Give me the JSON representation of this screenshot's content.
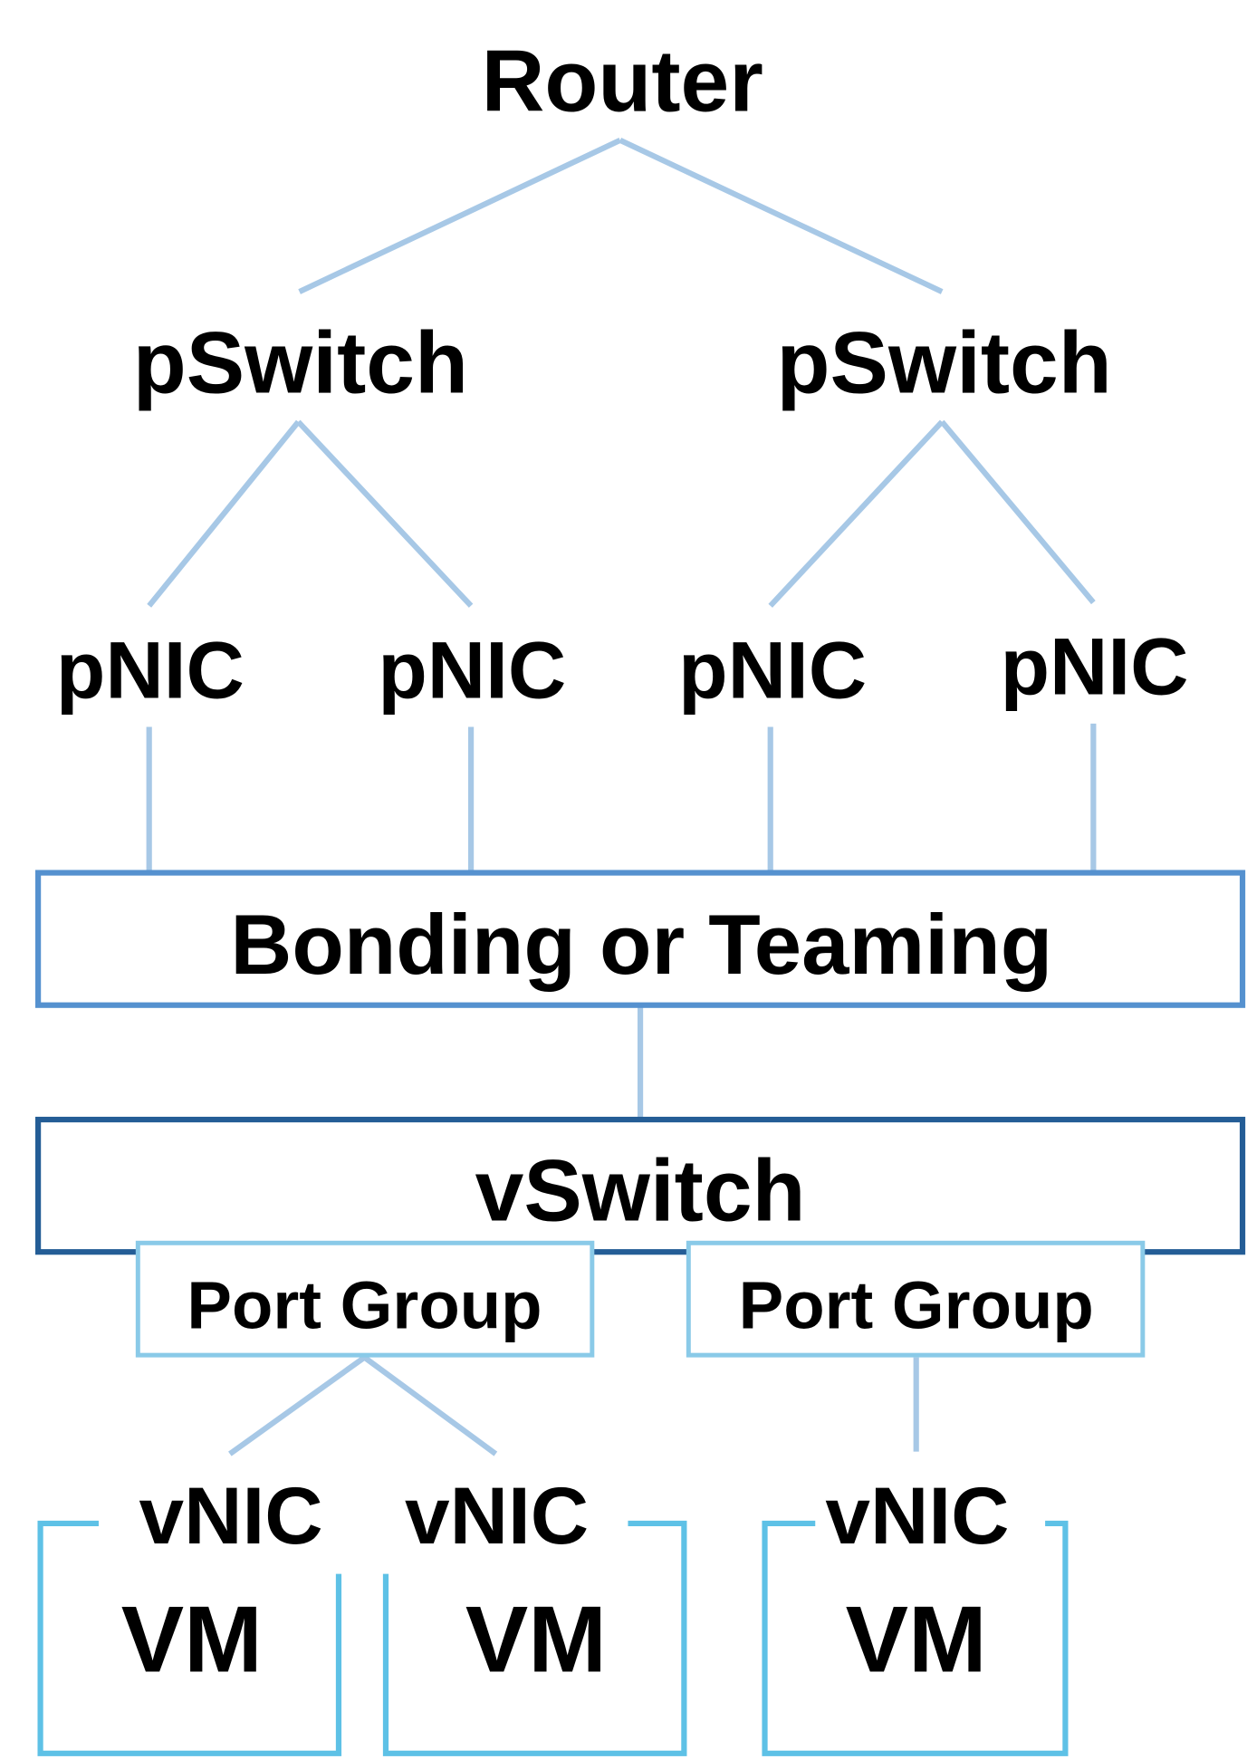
{
  "colors": {
    "link": "#a7c8e6",
    "bonding_border": "#5591cf",
    "vswitch_border": "#245d96",
    "portgroup_border": "#8acae8",
    "vm_border": "#5ec1e6",
    "text": "#000000",
    "background": "#ffffff"
  },
  "nodes": {
    "router": "Router",
    "pswitch_left": "pSwitch",
    "pswitch_right": "pSwitch",
    "pnic_1": "pNIC",
    "pnic_2": "pNIC",
    "pnic_3": "pNIC",
    "pnic_4": "pNIC",
    "bonding": "Bonding or Teaming",
    "vswitch": "vSwitch",
    "portgroup_left": "Port Group",
    "portgroup_right": "Port Group",
    "vnic_1": "vNIC",
    "vnic_2": "vNIC",
    "vnic_3": "vNIC",
    "vm_1": "VM",
    "vm_2": "VM",
    "vm_3": "VM"
  }
}
